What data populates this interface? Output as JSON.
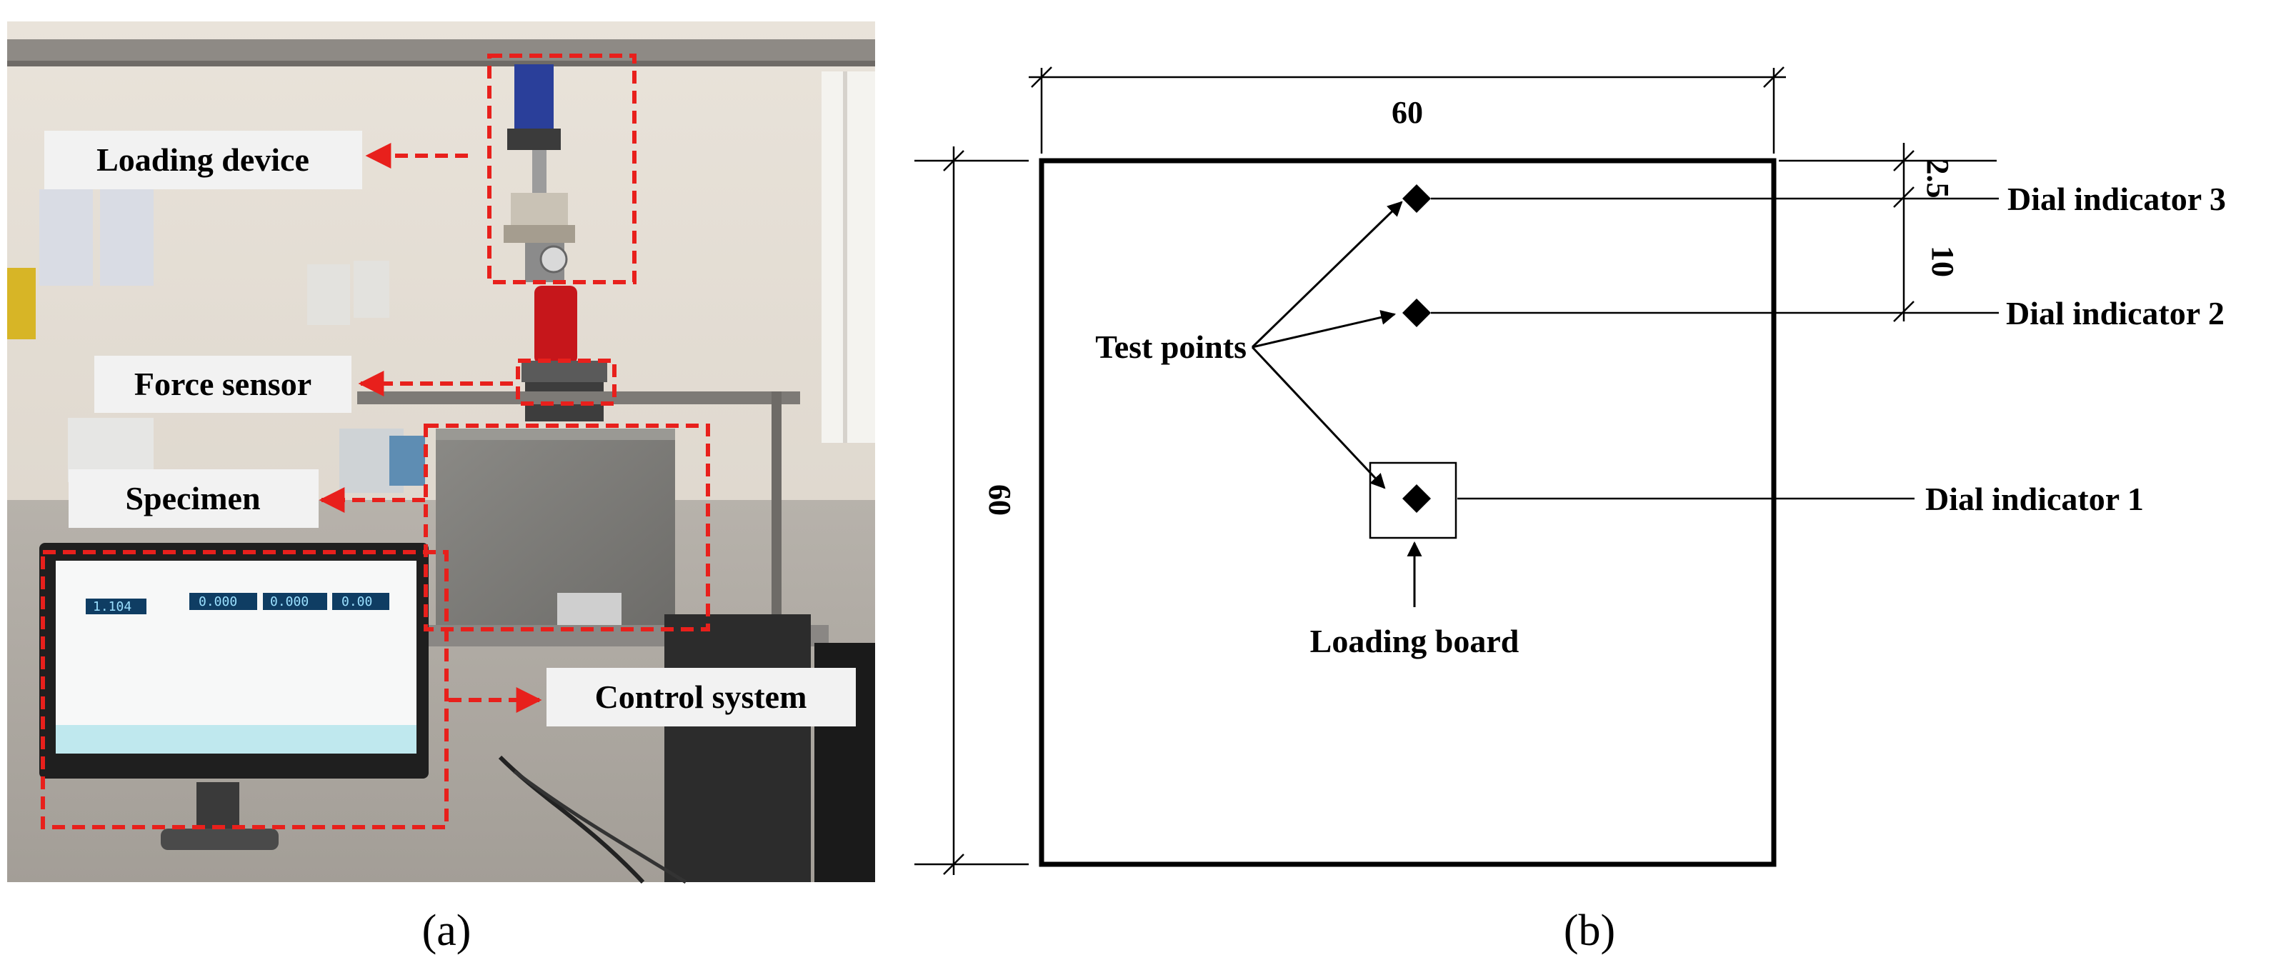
{
  "panel_a": {
    "caption": "(a)",
    "callouts": {
      "loading_device": "Loading device",
      "force_sensor": "Force sensor",
      "specimen": "Specimen",
      "control_system": "Control system"
    },
    "monitor_readouts": [
      "1.104",
      "0.000",
      "0.000",
      "0.00"
    ]
  },
  "panel_b": {
    "caption": "(b)",
    "dimensions": {
      "width": "60",
      "height": "60",
      "top_offset": "2.5",
      "spacing": "10"
    },
    "labels": {
      "test_points": "Test points",
      "loading_board": "Loading board",
      "dial_indicator_3": "Dial indicator 3",
      "dial_indicator_2": "Dial indicator 2",
      "dial_indicator_1": "Dial indicator 1"
    }
  },
  "colors": {
    "callout_red": "#e8201c",
    "ink": "#000000"
  }
}
